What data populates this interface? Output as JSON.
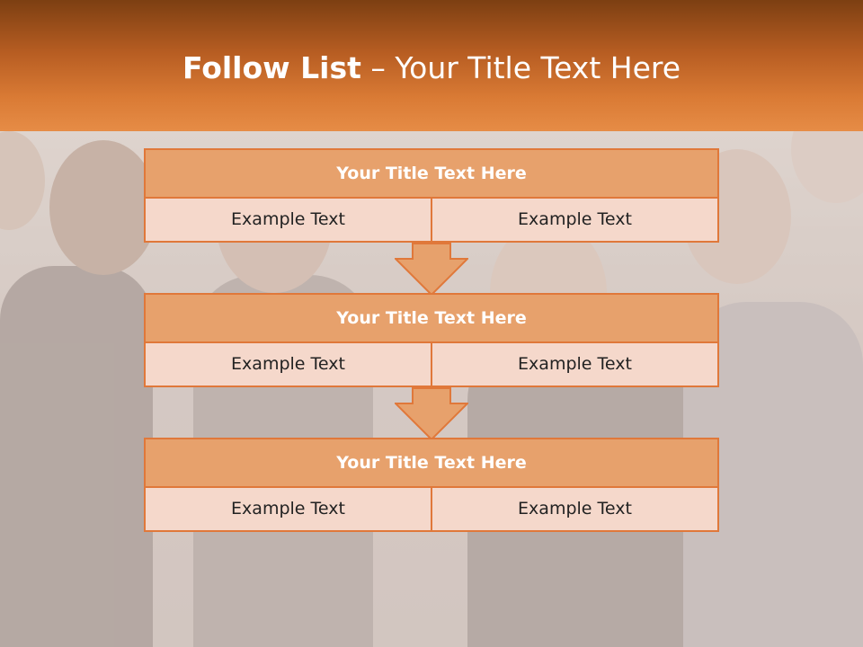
{
  "slide": {
    "title_bold": "Follow List",
    "title_rest": " – Your Title Text Here"
  },
  "flow": [
    {
      "title": "Your Title Text Here",
      "left": "Example Text",
      "right": "Example Text"
    },
    {
      "title": "Your Title Text Here",
      "left": "Example Text",
      "right": "Example Text"
    },
    {
      "title": "Your Title Text Here",
      "left": "Example Text",
      "right": "Example Text"
    }
  ],
  "colors": {
    "header_dark": "#7c3f12",
    "header_light": "#e68c46",
    "block_title_fill": "#e7a16c",
    "block_border": "#e0783a",
    "cell_fill": "#f5d8cb",
    "arrow_fill": "#e7a16c"
  }
}
